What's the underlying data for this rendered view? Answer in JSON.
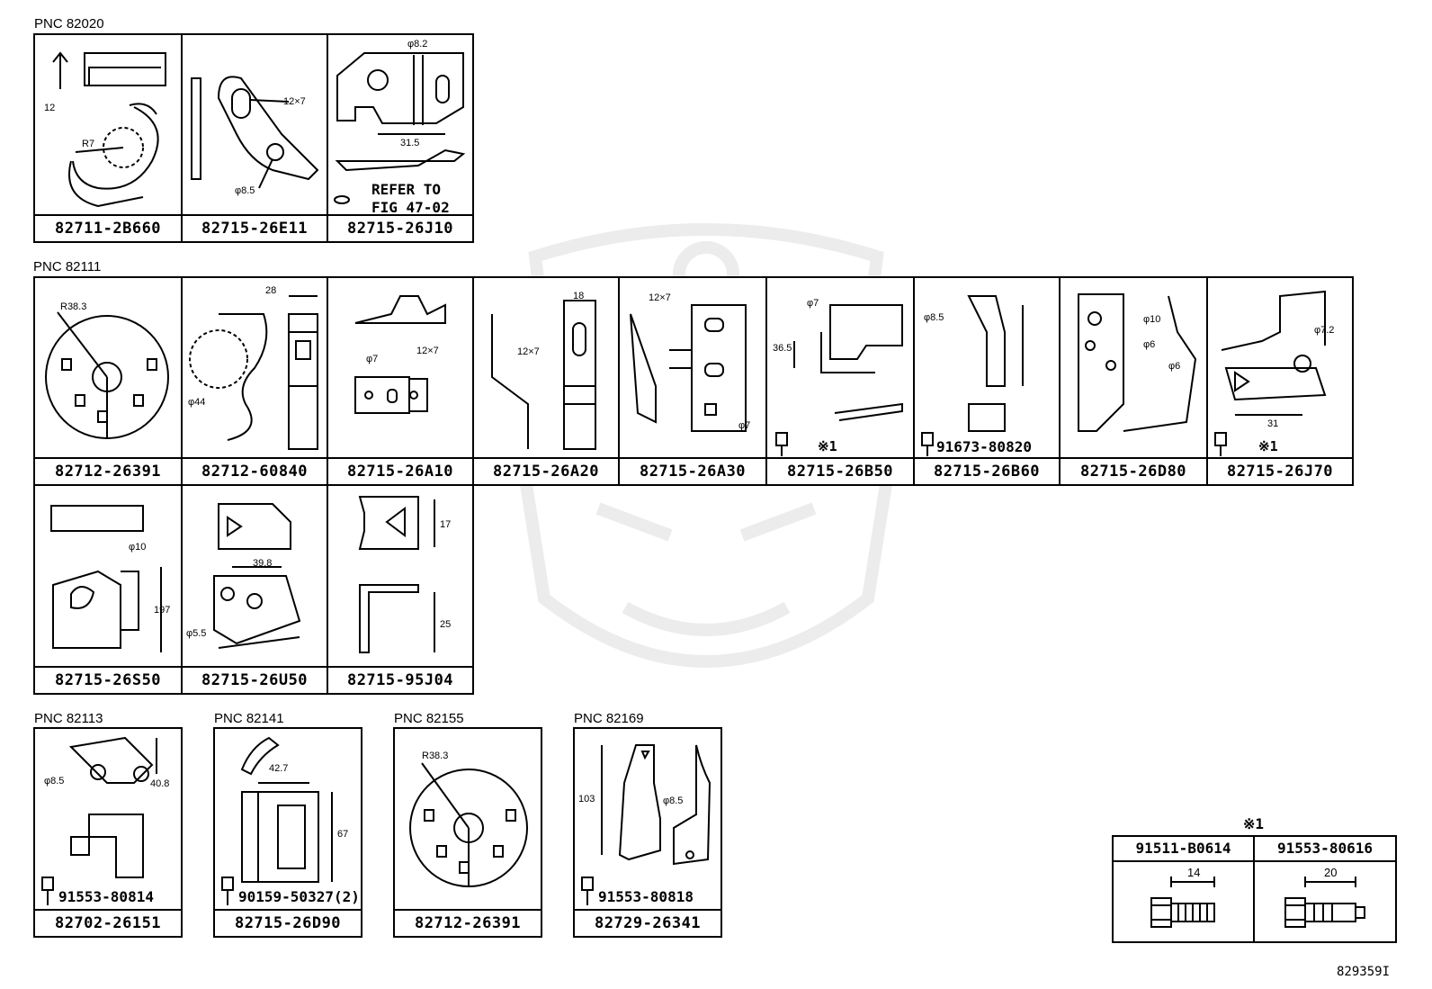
{
  "sections": {
    "pnc_82020": "PNC 82020",
    "pnc_82111": "PNC 82111",
    "pnc_82113": "PNC 82113",
    "pnc_82141": "PNC 82141",
    "pnc_82155": "PNC 82155",
    "pnc_82169": "PNC 82169"
  },
  "parts": {
    "p82711_2B660": "82711-2B660",
    "p82715_26E11": "82715-26E11",
    "p82715_26J10": "82715-26J10",
    "p82712_26391": "82712-26391",
    "p82712_60840": "82712-60840",
    "p82715_26A10": "82715-26A10",
    "p82715_26A20": "82715-26A20",
    "p82715_26A30": "82715-26A30",
    "p82715_26B50": "82715-26B50",
    "p82715_26B60": "82715-26B60",
    "p82715_26D80": "82715-26D80",
    "p82715_26J70": "82715-26J70",
    "p82715_26S50": "82715-26S50",
    "p82715_26U50": "82715-26U50",
    "p82715_95J04": "82715-95J04",
    "p82702_26151": "82702-26151",
    "p82715_26D90": "82715-26D90",
    "p82712_26391b": "82712-26391",
    "p82729_26341": "82729-26341"
  },
  "dims": {
    "d12": "12",
    "r7": "R7",
    "d12x7": "12×7",
    "phi85": "φ8.5",
    "phi82": "φ8.2",
    "d315": "31.5",
    "refer1": "REFER TO",
    "refer2": "FIG 47-02",
    "r383": "R38.3",
    "d28": "28",
    "phi44": "φ44",
    "phi7": "φ7",
    "d18": "18",
    "d365": "36.5",
    "mark1": "※1",
    "bolt_91673": "91673-80820",
    "phi10": "φ10",
    "phi6": "φ6",
    "phi72": "φ7.2",
    "d31": "31",
    "d197": "197",
    "d398": "39.8",
    "phi55": "φ5.5",
    "d17": "17",
    "d25": "25",
    "d408": "40.8",
    "bolt_91553_80814": "91553-80814",
    "d427": "42.7",
    "d67": "67",
    "bolt_90159": "90159-50327(2)",
    "d103": "103",
    "bolt_91553_80818": "91553-80818"
  },
  "footnote": {
    "mark": "※1",
    "col1": "91511-B0614",
    "col2": "91553-80616",
    "len1": "14",
    "len2": "20"
  },
  "figure_id": "829359I"
}
